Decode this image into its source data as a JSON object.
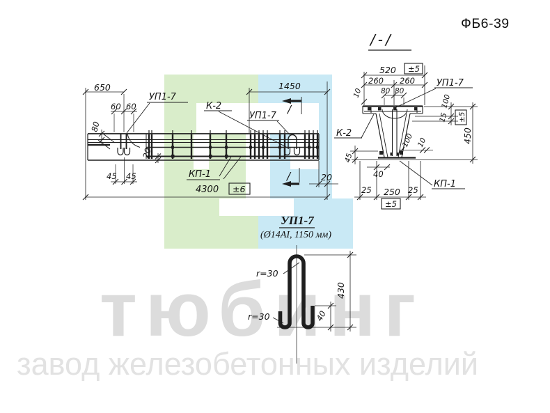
{
  "header": {
    "code": "ФБ6-39"
  },
  "watermark": {
    "brand": "тюбинг",
    "tagline": "завод железобетонных изделий"
  },
  "colors": {
    "logo_green": "#d9edca",
    "logo_cyan": "#c9e9f5",
    "watermark_gray": "#dcdcdc",
    "line": "#1f1f1f"
  },
  "elevation": {
    "label_up17_left": "УП1-7",
    "label_k2": "К-2",
    "label_up17_mid": "УП1-7",
    "label_kp1": "КП-1",
    "dim_650": "650",
    "dim_60a": "60",
    "dim_60b": "60",
    "dim_80": "80",
    "dim_1450": "1450",
    "dim_45a": "45",
    "dim_45b": "45",
    "dim_20_left": "20",
    "dim_4300": "4300",
    "tol_6": "±6",
    "dim_20_right": "20",
    "cut_mark_upper": "/",
    "cut_mark_lower": "/"
  },
  "section": {
    "title": "/-/",
    "label_up17": "УП1-7",
    "label_k2": "К-2",
    "label_kp1": "КП-1",
    "dim_520": "520",
    "tol_5_top": "±5",
    "dim_260a": "260",
    "dim_260b": "260",
    "dim_80a": "80",
    "dim_80b": "80",
    "dim_10_left": "10",
    "dim_100_right": "100",
    "dim_15_right": "15",
    "tol_5_right": "±5",
    "dim_450": "450",
    "dim_100_mid": "100",
    "dim_10_mid": "10",
    "dim_45_left": "45",
    "dim_40": "40",
    "dim_25a": "25",
    "dim_250": "250",
    "dim_25b": "25",
    "tol_5_bottom": "±5"
  },
  "detail": {
    "title": "УП1-7",
    "subtitle": "(Ø14AI, 1150 мм)",
    "dim_r30_top": "r=30",
    "dim_r30_bottom": "r=30",
    "dim_430": "430",
    "dim_40": "40"
  }
}
